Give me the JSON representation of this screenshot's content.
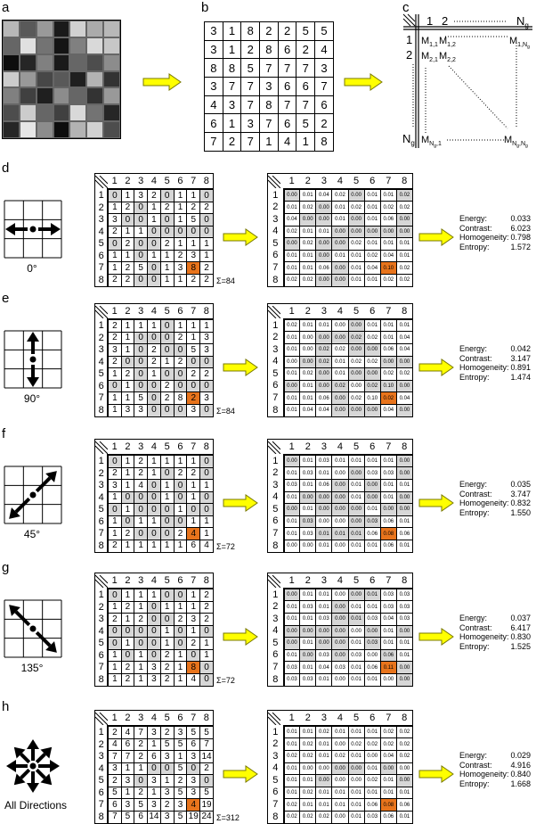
{
  "panel_letters": {
    "a": "a",
    "b": "b",
    "c": "c",
    "d": "d",
    "e": "e",
    "f": "f",
    "g": "g",
    "h": "h"
  },
  "image_grid": [
    [
      0.72,
      0.35,
      0.6,
      0.1,
      0.82,
      0.67,
      0.72
    ],
    [
      0.4,
      0.88,
      0.45,
      0.08,
      0.5,
      0.85,
      0.78
    ],
    [
      0.05,
      0.15,
      0.5,
      0.1,
      0.4,
      0.3,
      0.55
    ],
    [
      0.8,
      0.6,
      0.28,
      0.35,
      0.12,
      0.7,
      0.2
    ],
    [
      0.5,
      0.25,
      0.12,
      0.55,
      0.4,
      0.2,
      0.6
    ],
    [
      0.3,
      0.8,
      0.4,
      0.25,
      0.85,
      0.45,
      0.15
    ],
    [
      0.15,
      0.9,
      0.55,
      0.05,
      0.7,
      0.82,
      0.3
    ]
  ],
  "matrix_b": [
    [
      "3",
      "1",
      "8",
      "2",
      "2",
      "5",
      "5"
    ],
    [
      "3",
      "1",
      "2",
      "8",
      "6",
      "2",
      "4"
    ],
    [
      "8",
      "8",
      "5",
      "7",
      "7",
      "7",
      "3"
    ],
    [
      "3",
      "7",
      "7",
      "3",
      "6",
      "6",
      "7"
    ],
    [
      "4",
      "3",
      "7",
      "8",
      "7",
      "7",
      "6"
    ],
    [
      "6",
      "1",
      "3",
      "7",
      "6",
      "5",
      "2"
    ],
    [
      "7",
      "2",
      "7",
      "1",
      "4",
      "1",
      "8"
    ]
  ],
  "schematic": {
    "c1": "1",
    "c2": "2",
    "cn": "N",
    "cn_sub": "g",
    "r1": "1",
    "r2": "2",
    "rn": "N",
    "rn_sub": "g",
    "m11": "M",
    "m11_sub": "1,1",
    "m12": "M",
    "m12_sub": "1,2",
    "m1n": "M",
    "m1n_sub": "1,N",
    "m1n_subsub": "g",
    "m21": "M",
    "m21_sub": "2,1",
    "m22": "M",
    "m22_sub": "2,2",
    "mn1": "M",
    "mn1_sub": "N",
    "mn1_subsub": "g",
    "mn1_tail": ",1",
    "mnn": "M",
    "mnn_sub": "N",
    "mnn_subsub": "g",
    "mnn_mid": ",N",
    "mnn_subsub2": "g"
  },
  "header_nums": [
    "1",
    "2",
    "3",
    "4",
    "5",
    "6",
    "7",
    "8"
  ],
  "stat_labels": [
    "Energy:",
    "Contrast:",
    "Homogeneity:",
    "Entropy:"
  ],
  "panels": [
    {
      "id": "d",
      "degree": "0°",
      "sum": "Σ=84",
      "stats": [
        "0.033",
        "6.023",
        "0.798",
        "1.572"
      ],
      "counts": [
        [
          0,
          1,
          3,
          2,
          0,
          1,
          1,
          0
        ],
        [
          1,
          2,
          0,
          1,
          2,
          1,
          2,
          2
        ],
        [
          3,
          0,
          0,
          1,
          0,
          1,
          5,
          0
        ],
        [
          2,
          1,
          1,
          0,
          0,
          0,
          0,
          0
        ],
        [
          0,
          2,
          0,
          0,
          2,
          1,
          1,
          1
        ],
        [
          1,
          1,
          0,
          1,
          1,
          2,
          3,
          1
        ],
        [
          1,
          2,
          5,
          0,
          1,
          3,
          8,
          2
        ],
        [
          2,
          2,
          0,
          0,
          1,
          1,
          2,
          2
        ]
      ],
      "probs": [
        [
          "0.00",
          "0.01",
          "0.04",
          "0.02",
          "0.00",
          "0.01",
          "0.01",
          "0.02"
        ],
        [
          "0.01",
          "0.02",
          "0.00",
          "0.01",
          "0.02",
          "0.01",
          "0.02",
          "0.02"
        ],
        [
          "0.04",
          "0.00",
          "0.00",
          "0.01",
          "0.00",
          "0.01",
          "0.06",
          "0.00"
        ],
        [
          "0.02",
          "0.01",
          "0.01",
          "0.00",
          "0.00",
          "0.00",
          "0.00",
          "0.00"
        ],
        [
          "0.00",
          "0.02",
          "0.00",
          "0.00",
          "0.02",
          "0.01",
          "0.01",
          "0.01"
        ],
        [
          "0.01",
          "0.01",
          "0.00",
          "0.01",
          "0.01",
          "0.02",
          "0.04",
          "0.01"
        ],
        [
          "0.01",
          "0.01",
          "0.06",
          "0.00",
          "0.01",
          "0.04",
          "0.10",
          "0.02"
        ],
        [
          "0.02",
          "0.02",
          "0.00",
          "0.00",
          "0.01",
          "0.01",
          "0.02",
          "0.02"
        ]
      ]
    },
    {
      "id": "e",
      "degree": "90°",
      "sum": "Σ=84",
      "stats": [
        "0.042",
        "3.147",
        "0.891",
        "1.474"
      ],
      "counts": [
        [
          2,
          1,
          1,
          1,
          0,
          1,
          1,
          1
        ],
        [
          2,
          1,
          0,
          0,
          0,
          2,
          1,
          3
        ],
        [
          3,
          1,
          0,
          2,
          0,
          0,
          5,
          3
        ],
        [
          2,
          0,
          0,
          2,
          1,
          2,
          0,
          0
        ],
        [
          1,
          2,
          0,
          1,
          0,
          0,
          2,
          2
        ],
        [
          0,
          1,
          0,
          0,
          2,
          0,
          0,
          0
        ],
        [
          1,
          1,
          5,
          0,
          2,
          8,
          2,
          3
        ],
        [
          1,
          3,
          3,
          0,
          0,
          0,
          3,
          0
        ]
      ],
      "probs": [
        [
          "0.02",
          "0.01",
          "0.01",
          "0.00",
          "0.00",
          "0.01",
          "0.01",
          "0.01"
        ],
        [
          "0.01",
          "0.00",
          "0.00",
          "0.00",
          "0.02",
          "0.02",
          "0.01",
          "0.04"
        ],
        [
          "0.01",
          "0.00",
          "0.02",
          "0.02",
          "0.00",
          "0.00",
          "0.06",
          "0.04"
        ],
        [
          "0.00",
          "0.00",
          "0.02",
          "0.01",
          "0.02",
          "0.02",
          "0.00",
          "0.00"
        ],
        [
          "0.01",
          "0.02",
          "0.00",
          "0.01",
          "0.00",
          "0.00",
          "0.02",
          "0.02"
        ],
        [
          "0.00",
          "0.01",
          "0.00",
          "0.02",
          "0.00",
          "0.02",
          "0.10",
          "0.00"
        ],
        [
          "0.01",
          "0.01",
          "0.06",
          "0.00",
          "0.02",
          "0.10",
          "0.02",
          "0.04"
        ],
        [
          "0.01",
          "0.04",
          "0.04",
          "0.00",
          "0.00",
          "0.00",
          "0.04",
          "0.00"
        ]
      ]
    },
    {
      "id": "f",
      "degree": "45°",
      "sum": "Σ=72",
      "stats": [
        "0.035",
        "3.747",
        "0.832",
        "1.550"
      ],
      "counts": [
        [
          0,
          1,
          2,
          1,
          1,
          1,
          1,
          0
        ],
        [
          2,
          1,
          2,
          1,
          0,
          2,
          2,
          0
        ],
        [
          3,
          1,
          4,
          0,
          1,
          0,
          1,
          1
        ],
        [
          1,
          0,
          0,
          0,
          1,
          0,
          1,
          0
        ],
        [
          0,
          1,
          0,
          0,
          0,
          1,
          0,
          0
        ],
        [
          1,
          0,
          1,
          1,
          0,
          0,
          1,
          1
        ],
        [
          1,
          2,
          0,
          0,
          0,
          2,
          4,
          1
        ],
        [
          2,
          1,
          1,
          1,
          1,
          1,
          6,
          4
        ]
      ],
      "probs": [
        [
          "0.00",
          "0.01",
          "0.03",
          "0.01",
          "0.01",
          "0.01",
          "0.01",
          "0.00"
        ],
        [
          "0.01",
          "0.03",
          "0.01",
          "0.00",
          "0.00",
          "0.03",
          "0.03",
          "0.00"
        ],
        [
          "0.03",
          "0.01",
          "0.06",
          "0.00",
          "0.01",
          "0.00",
          "0.01",
          "0.01"
        ],
        [
          "0.01",
          "0.00",
          "0.00",
          "0.00",
          "0.01",
          "0.00",
          "0.01",
          "0.00"
        ],
        [
          "0.00",
          "0.01",
          "0.00",
          "0.00",
          "0.00",
          "0.01",
          "0.00",
          "0.00"
        ],
        [
          "0.01",
          "0.03",
          "0.00",
          "0.00",
          "0.00",
          "0.03",
          "0.06",
          "0.01"
        ],
        [
          "0.01",
          "0.03",
          "0.01",
          "0.01",
          "0.01",
          "0.06",
          "0.08",
          "0.06"
        ],
        [
          "0.00",
          "0.00",
          "0.01",
          "0.00",
          "0.01",
          "0.01",
          "0.06",
          "0.01"
        ]
      ]
    },
    {
      "id": "g",
      "degree": "135°",
      "sum": "Σ=72",
      "stats": [
        "0.037",
        "6.417",
        "0.830",
        "1.525"
      ],
      "counts": [
        [
          0,
          1,
          1,
          1,
          0,
          0,
          1,
          2
        ],
        [
          1,
          2,
          1,
          0,
          1,
          1,
          1,
          2
        ],
        [
          2,
          1,
          2,
          0,
          0,
          2,
          3,
          2
        ],
        [
          0,
          0,
          0,
          0,
          1,
          0,
          1,
          0
        ],
        [
          0,
          1,
          0,
          0,
          1,
          0,
          2,
          1
        ],
        [
          1,
          0,
          1,
          0,
          2,
          1,
          0,
          1
        ],
        [
          1,
          2,
          1,
          3,
          2,
          1,
          8,
          0
        ],
        [
          1,
          2,
          1,
          3,
          2,
          1,
          4,
          0
        ]
      ],
      "probs": [
        [
          "0.00",
          "0.01",
          "0.01",
          "0.00",
          "0.00",
          "0.01",
          "0.03",
          "0.03"
        ],
        [
          "0.01",
          "0.03",
          "0.01",
          "0.00",
          "0.01",
          "0.01",
          "0.03",
          "0.03"
        ],
        [
          "0.01",
          "0.01",
          "0.03",
          "0.00",
          "0.01",
          "0.03",
          "0.04",
          "0.03"
        ],
        [
          "0.00",
          "0.00",
          "0.00",
          "0.00",
          "0.00",
          "0.00",
          "0.01",
          "0.00"
        ],
        [
          "0.00",
          "0.01",
          "0.00",
          "0.00",
          "0.01",
          "0.03",
          "0.01",
          "0.01"
        ],
        [
          "0.01",
          "0.00",
          "0.03",
          "0.00",
          "0.03",
          "0.00",
          "0.06",
          "0.01"
        ],
        [
          "0.03",
          "0.01",
          "0.04",
          "0.03",
          "0.01",
          "0.06",
          "0.11",
          "0.00"
        ],
        [
          "0.03",
          "0.03",
          "0.01",
          "0.00",
          "0.01",
          "0.01",
          "0.00",
          "0.00"
        ]
      ]
    },
    {
      "id": "h",
      "degree": "All Directions",
      "sum": "Σ=312",
      "stats": [
        "0.029",
        "4.916",
        "0.840",
        "1.668"
      ],
      "counts": [
        [
          2,
          4,
          7,
          3,
          2,
          3,
          5,
          5
        ],
        [
          4,
          6,
          2,
          1,
          5,
          5,
          6,
          7
        ],
        [
          7,
          7,
          2,
          6,
          3,
          1,
          3,
          14
        ],
        [
          3,
          1,
          1,
          0,
          0,
          5,
          0,
          2
        ],
        [
          2,
          3,
          0,
          3,
          1,
          2,
          3,
          0
        ],
        [
          5,
          1,
          2,
          1,
          3,
          5,
          3,
          5
        ],
        [
          6,
          3,
          5,
          3,
          2,
          3,
          4,
          19
        ],
        [
          7,
          5,
          6,
          14,
          3,
          5,
          19,
          24
        ]
      ],
      "probs": [
        [
          "0.01",
          "0.01",
          "0.02",
          "0.01",
          "0.01",
          "0.01",
          "0.02",
          "0.02"
        ],
        [
          "0.01",
          "0.02",
          "0.01",
          "0.00",
          "0.02",
          "0.02",
          "0.02",
          "0.02"
        ],
        [
          "0.02",
          "0.02",
          "0.01",
          "0.02",
          "0.01",
          "0.00",
          "0.04",
          "0.02"
        ],
        [
          "0.01",
          "0.00",
          "0.00",
          "0.00",
          "0.00",
          "0.01",
          "0.00",
          "0.00"
        ],
        [
          "0.01",
          "0.01",
          "0.00",
          "0.00",
          "0.00",
          "0.02",
          "0.01",
          "0.00"
        ],
        [
          "0.01",
          "0.02",
          "0.01",
          "0.01",
          "0.01",
          "0.01",
          "0.01",
          "0.01"
        ],
        [
          "0.02",
          "0.01",
          "0.01",
          "0.01",
          "0.01",
          "0.06",
          "0.08",
          "0.06"
        ],
        [
          "0.02",
          "0.02",
          "0.02",
          "0.00",
          "0.01",
          "0.03",
          "0.06",
          "0.01"
        ]
      ]
    }
  ],
  "highlight": {
    "row": 6,
    "col": 6
  },
  "colors": {
    "highlight": "#e8741c",
    "zero": "#d7d7d7",
    "arrow_fill": "#ffff00",
    "arrow_stroke": "#7a7a00"
  }
}
